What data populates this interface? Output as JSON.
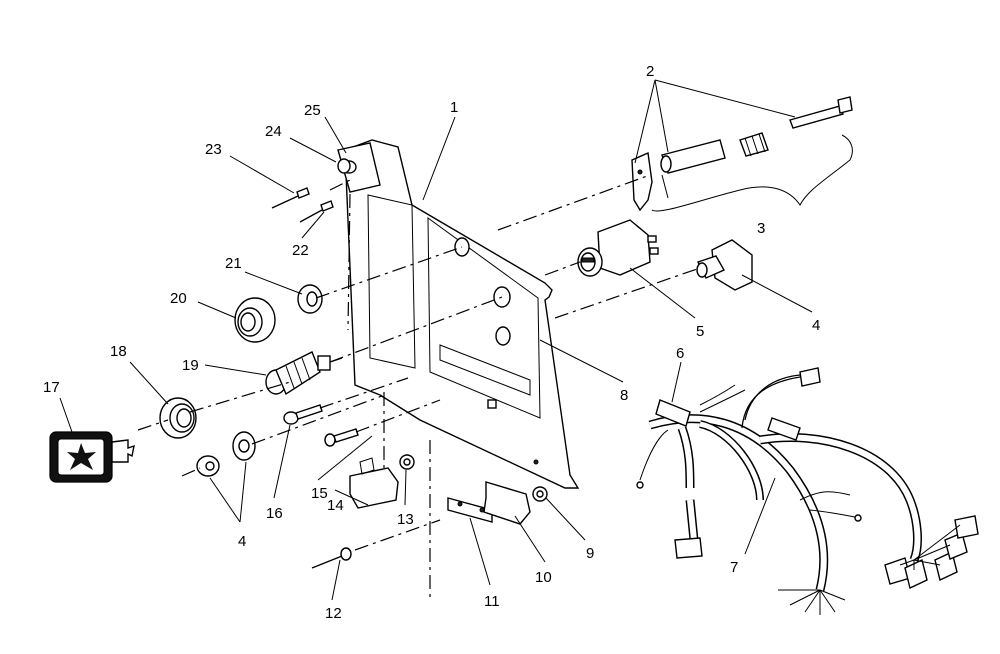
{
  "diagram": {
    "labels": {
      "l1": "1",
      "l2": "2",
      "l3": "3",
      "l4a": "4",
      "l4b": "4",
      "l5": "5",
      "l6": "6",
      "l7": "7",
      "l8": "8",
      "l9": "9",
      "l10": "10",
      "l11": "11",
      "l12": "12",
      "l13": "13",
      "l14": "14",
      "l15": "15",
      "l16": "16",
      "l17": "17",
      "l18": "18",
      "l19": "19",
      "l20": "20",
      "l21": "21",
      "l22": "22",
      "l23": "23",
      "l24": "24",
      "l25": "25"
    }
  }
}
